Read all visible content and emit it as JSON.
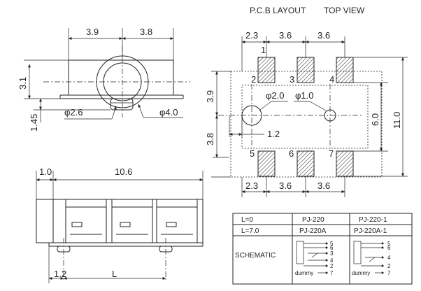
{
  "header": {
    "pcb_layout": "P.C.B LAYOUT",
    "top_view": "TOP VIEW"
  },
  "front_view": {
    "dim_left_width": "3.9",
    "dim_right_width": "3.8",
    "dim_height_upper": "3.1",
    "dim_height_lower": "1.45",
    "dim_pin_dia": "φ2.6",
    "dim_body_dia": "φ4.0"
  },
  "top_view": {
    "dim_top_a": "2.3",
    "dim_top_b": "3.6",
    "dim_top_c": "3.6",
    "dim_bottom_a": "2.3",
    "dim_bottom_b": "3.6",
    "dim_bottom_c": "3.6",
    "dim_left_upper": "3.9",
    "dim_left_lower": "3.8",
    "dim_right_inner": "6.0",
    "dim_right_outer": "11.0",
    "hole_large": "φ2.0",
    "hole_small": "φ1.0",
    "dim_offset": "1.2",
    "pads": [
      "1",
      "2",
      "3",
      "4",
      "5",
      "6",
      "7"
    ]
  },
  "side_view": {
    "dim_tab": "1.0",
    "dim_length": "10.6",
    "dim_pin_offset": "1.2",
    "dim_L": "L"
  },
  "table": {
    "row1": [
      "L=0",
      "PJ-220",
      "PJ-220-1"
    ],
    "row2": [
      "L=7.0",
      "PJ-220A",
      "PJ-220A-1"
    ],
    "schematic_label": "SCHEMATIC",
    "left_pins": [
      "5",
      "6",
      "3",
      "4",
      "2",
      "7"
    ],
    "right_pins": [
      "5",
      "6",
      "4",
      "2",
      "7"
    ],
    "dummy": "dummy"
  }
}
